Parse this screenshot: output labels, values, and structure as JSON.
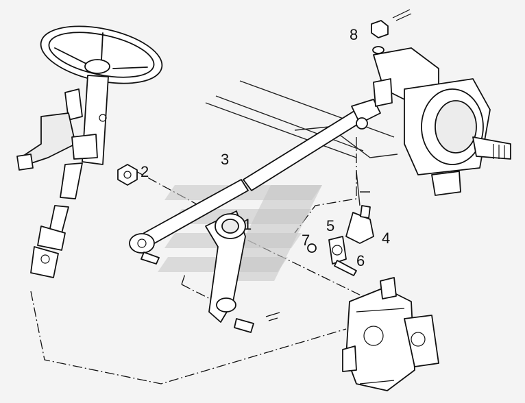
{
  "callouts": [
    "1",
    "2",
    "3",
    "4",
    "5",
    "6",
    "7",
    "8"
  ],
  "colors": {
    "line": "#111111",
    "paper": "#f4f4f4",
    "watermark": "#c4c4c4"
  }
}
